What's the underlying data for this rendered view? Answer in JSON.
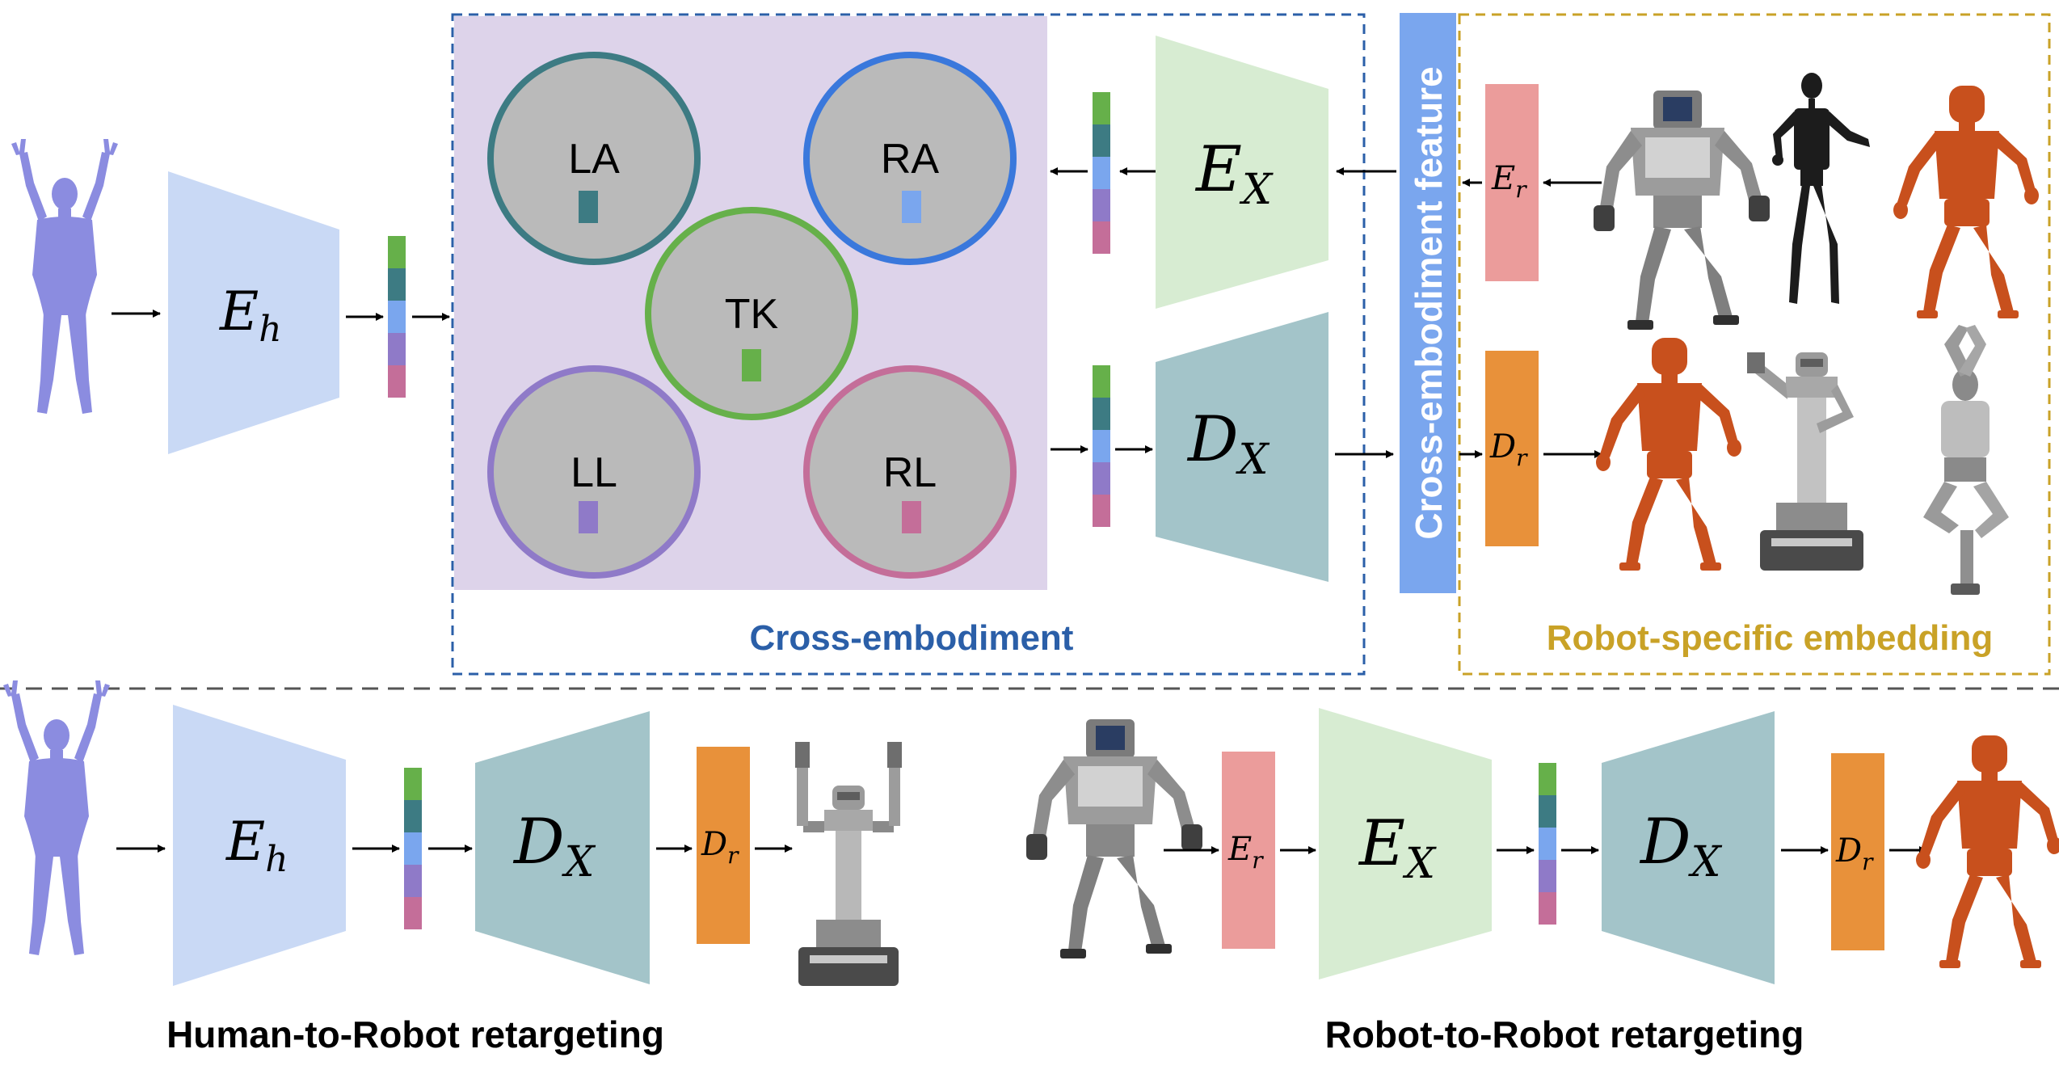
{
  "labels": {
    "cross_embodiment": "Cross-embodiment",
    "robot_specific": "Robot-specific embedding",
    "cross_feature": "Cross-embodiment feature",
    "h2r_caption": "Human-to-Robot retargeting",
    "r2r_caption": "Robot-to-Robot retargeting"
  },
  "circles": {
    "la": "LA",
    "ra": "RA",
    "tk": "TK",
    "ll": "LL",
    "rl": "RL"
  },
  "modules": {
    "eh": {
      "main": "E",
      "sub": "h"
    },
    "ex": {
      "main": "E",
      "sub": "X"
    },
    "dx": {
      "main": "D",
      "sub": "X"
    },
    "er": {
      "main": "E",
      "sub": "r"
    },
    "dr": {
      "main": "D",
      "sub": "r"
    }
  },
  "colors": {
    "cross_border": "#2b5fa8",
    "robot_border": "#c9a227",
    "cross_fill": "#ddd3ea",
    "eh_fill": "#c9d9f5",
    "ex_fill": "#d7ecd2",
    "dx_fill": "#a3c4c9",
    "er_fill": "#eb9c9b",
    "dr_fill": "#e8913a",
    "feature_bar": "#7aa6ee",
    "la": "#3d7b83",
    "ra": "#3a78dc",
    "tk": "#66b04a",
    "ll": "#8f7ac8",
    "rl": "#c46e99",
    "circle_fill": "#bababa",
    "human": "#8b8ce0",
    "robot_orange": "#c8501d"
  }
}
